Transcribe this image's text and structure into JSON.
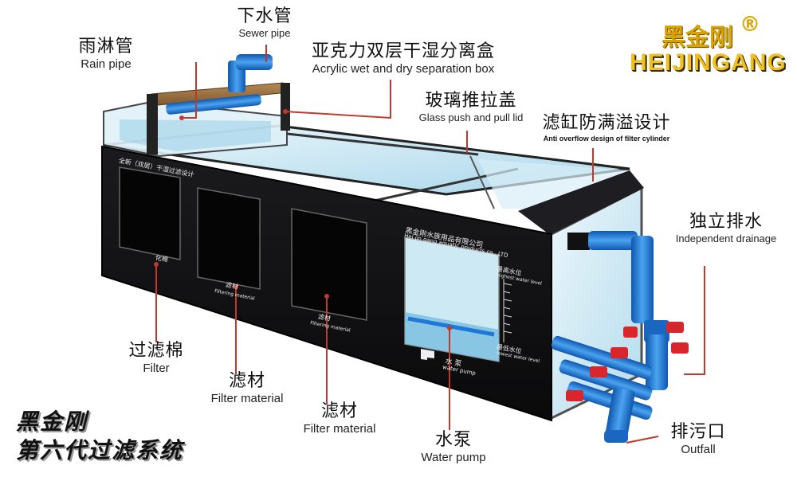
{
  "brand": {
    "name_zh": "黑金刚",
    "reg_mark": "®",
    "name_en": "HEIJINGANG"
  },
  "slogan": {
    "line1": "黑金刚",
    "line2": "第六代过滤系统"
  },
  "panel": {
    "left_title": "全新（双层）干湿过滤设计",
    "right_title_zh": "黑金刚水族用品有限公司",
    "right_title_en": "Hei jin gang aquatic products co., LTD",
    "high_zh": "最高水位",
    "high_en": "highest water level",
    "low_zh": "最低水位",
    "low_en": "lowest water level",
    "pump_zh": "水 泵",
    "pump_en": "water pump",
    "box1_zh": "化棉",
    "box2_zh": "滤材",
    "box2_en": "Filtering material",
    "box3_zh": "滤材",
    "box3_en": "Filtering material"
  },
  "labels": {
    "sewer_zh": "下水管",
    "sewer_en": "Sewer pipe",
    "rain_zh": "雨淋管",
    "rain_en": "Rain pipe",
    "acrylic_zh": "亚克力双层干湿分离盒",
    "acrylic_en": "Acrylic wet and dry separation box",
    "glass_zh": "玻璃推拉盖",
    "glass_en": "Glass push and pull lid",
    "overflow_zh": "滤缸防满溢设计",
    "overflow_en": "Anti overflow design of filter cylinder",
    "drain_zh": "独立排水",
    "drain_en": "Independent drainage",
    "filter_zh": "过滤棉",
    "filter_en": "Filter",
    "material1_zh": "滤材",
    "material1_en": "Filter material",
    "material2_zh": "滤材",
    "material2_en": "Filter material",
    "pump_zh": "水泵",
    "pump_en": "Water pump",
    "outfall_zh": "排污口",
    "outfall_en": "Outfall"
  },
  "colors": {
    "brand_gold": "#d9a400",
    "pipe_blue": "#1e78d8",
    "valve_red": "#d8262c",
    "leader_red": "#c0392b",
    "panel_black": "#141416",
    "glass": "#bfe3f2"
  }
}
